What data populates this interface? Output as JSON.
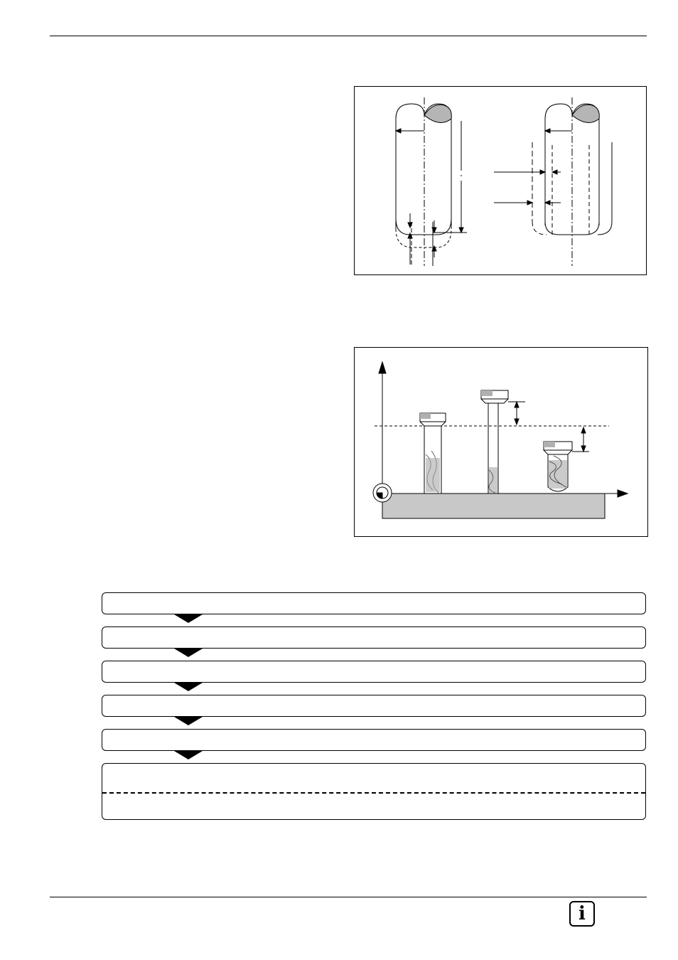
{
  "figures": [
    {
      "name": "tool-length-radius-figure"
    },
    {
      "name": "tool-reference-figure"
    }
  ],
  "flowchart": {
    "boxes": [
      {
        "label": ""
      },
      {
        "label": ""
      },
      {
        "label": ""
      },
      {
        "label": ""
      },
      {
        "label": ""
      },
      {
        "label": "",
        "label_lower": ""
      }
    ]
  },
  "footer": {
    "icon": "info-icon",
    "icon_glyph": "i"
  },
  "colors": {
    "line": "#000000",
    "gray_fill": "#c8c8c8",
    "dark_gray": "#9a9a9a"
  }
}
